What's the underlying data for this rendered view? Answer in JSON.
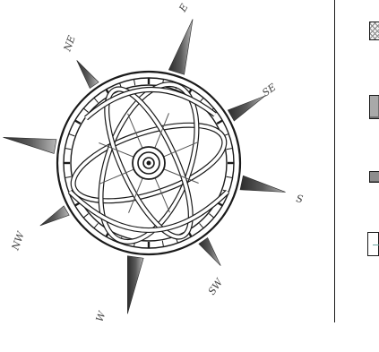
{
  "compass": {
    "directions": [
      {
        "key": "E",
        "label": "E"
      },
      {
        "key": "SE",
        "label": "SE"
      },
      {
        "key": "S",
        "label": "S"
      },
      {
        "key": "SW",
        "label": "SW"
      },
      {
        "key": "W",
        "label": "W"
      },
      {
        "key": "NW",
        "label": "NW"
      },
      {
        "key": "NE",
        "label": "NE"
      }
    ]
  },
  "legend": {
    "swatches": [
      {
        "name": "hatched-swatch"
      },
      {
        "name": "gray-large-swatch"
      },
      {
        "name": "gray-small-swatch"
      },
      {
        "name": "line-swatch"
      }
    ]
  },
  "colors": {
    "ink": "#1a1a1a",
    "pointer_dark": "#3a3a3a",
    "pointer_light": "#9a9a9a",
    "ring_fill": "#ffffff",
    "swatch_gray": "#a9a9a9",
    "line_accent": "#6aa6a0"
  }
}
